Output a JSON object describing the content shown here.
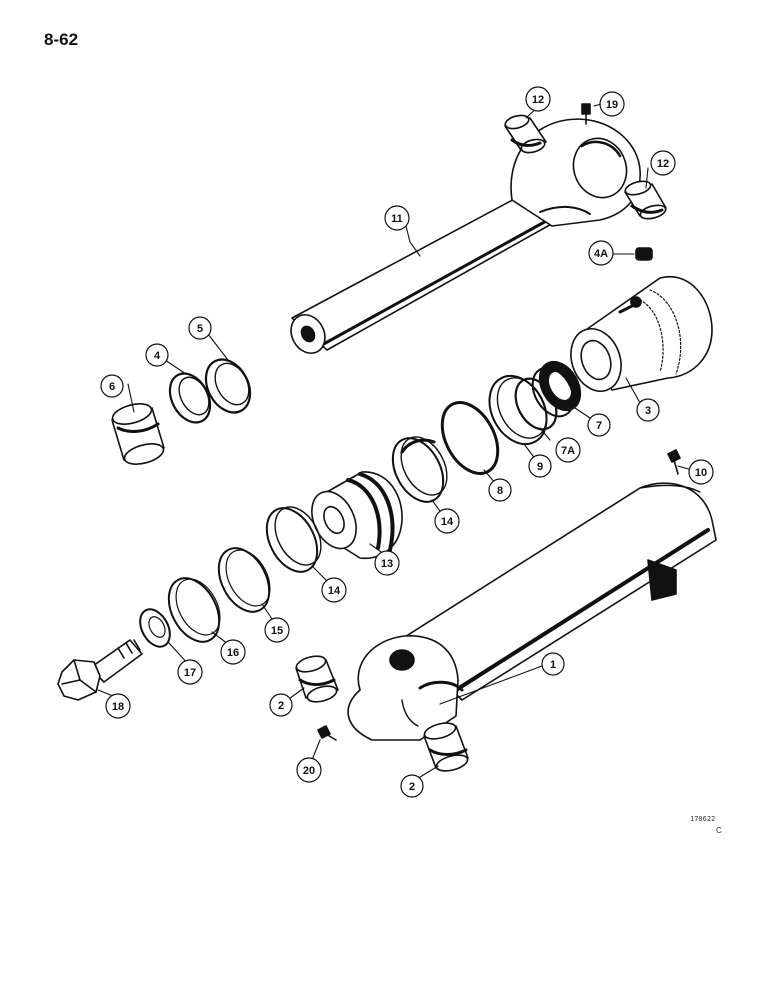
{
  "page": {
    "number": "8-62"
  },
  "figure": {
    "id": "170622",
    "letter": "C"
  },
  "callouts": [
    "1",
    "2",
    "2",
    "3",
    "4",
    "4A",
    "5",
    "6",
    "7",
    "7A",
    "8",
    "9",
    "10",
    "11",
    "12",
    "12",
    "13",
    "14",
    "14",
    "15",
    "16",
    "17",
    "18",
    "19",
    "20"
  ]
}
